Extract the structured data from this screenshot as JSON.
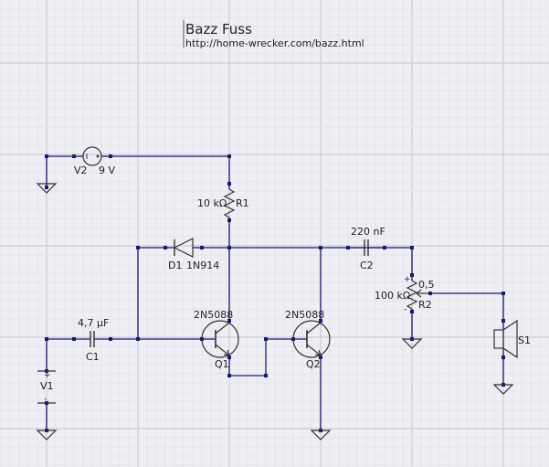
{
  "title": "Bazz Fuss",
  "url": "http://home-wrecker.com/bazz.html",
  "colors": {
    "background": "#eeeef4",
    "wire": "#1a1a6e",
    "symbol": "#333333",
    "grid_minor": "#e4e4ec",
    "grid_major": "#d2d2dc"
  },
  "components": {
    "v2": {
      "ref": "V2",
      "value": "9 V"
    },
    "r1": {
      "ref": "R1",
      "value": "10 kΩ"
    },
    "d1": {
      "ref": "D1",
      "value": "1N914"
    },
    "c2": {
      "ref": "C2",
      "value": "220 nF"
    },
    "r2": {
      "ref": "R2",
      "value": "100 kΩ",
      "wiper": "0,5",
      "plus": "+",
      "minus": "-"
    },
    "c1": {
      "ref": "C1",
      "value": "4,7 µF"
    },
    "q1": {
      "ref": "Q1",
      "value": "2N5088"
    },
    "q2": {
      "ref": "Q2",
      "value": "2N5088"
    },
    "v1": {
      "ref": "V1",
      "plus": "+",
      "minus": "-"
    },
    "s1": {
      "ref": "S1"
    }
  }
}
